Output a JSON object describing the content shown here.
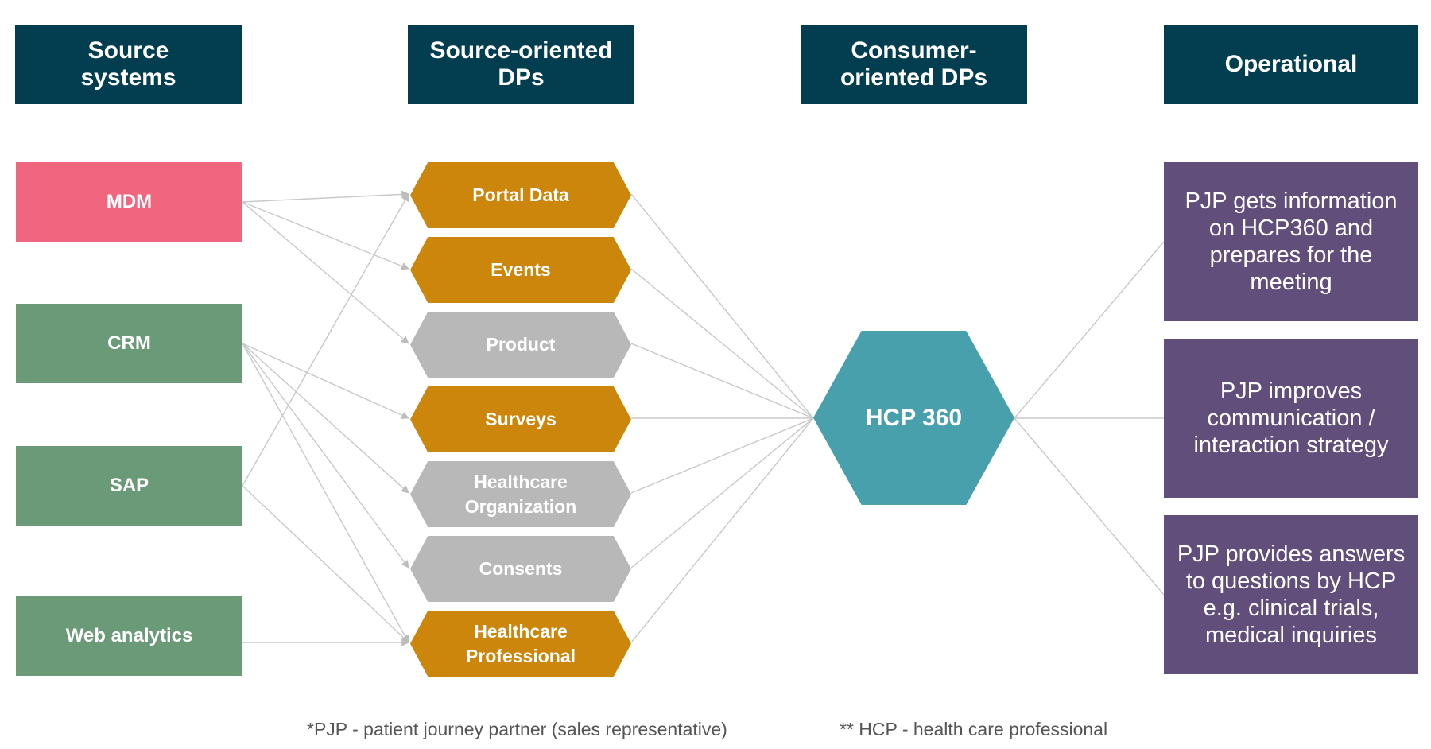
{
  "headers": {
    "source_systems": "Source systems",
    "source_dps": "Source-oriented DPs",
    "consumer_dps": "Consumer-oriented DPs",
    "operational": "Operational"
  },
  "source_systems": [
    {
      "label": "MDM",
      "color": "#f0667e"
    },
    {
      "label": "CRM",
      "color": "#6a9a78"
    },
    {
      "label": "SAP",
      "color": "#6a9a78"
    },
    {
      "label": "Web analytics",
      "color": "#6a9a78"
    }
  ],
  "data_products": [
    {
      "label": "Portal Data",
      "color": "#cc860b"
    },
    {
      "label": "Events",
      "color": "#cc860b"
    },
    {
      "label": "Product",
      "color": "#b8b8b8"
    },
    {
      "label": "Surveys",
      "color": "#cc860b"
    },
    {
      "label": "Healthcare Organization",
      "color": "#b8b8b8"
    },
    {
      "label": "Consents",
      "color": "#b8b8b8"
    },
    {
      "label": "Healthcare Professional",
      "color": "#cc860b"
    }
  ],
  "consumer": {
    "label": "HCP 360",
    "color": "#48a0ad"
  },
  "operational": [
    "PJP gets information on HCP360 and prepares for the meeting",
    "PJP improves communication / interaction strategy",
    "PJP provides answers to questions by HCP e.g. clinical trials, medical inquiries"
  ],
  "footnotes": {
    "pjp": "*PJP - patient journey partner (sales representative)",
    "hcp": "** HCP - health care professional"
  },
  "colors": {
    "header": "#023e4f",
    "operational": "#614e7b",
    "connector": "#c8c8c8"
  }
}
